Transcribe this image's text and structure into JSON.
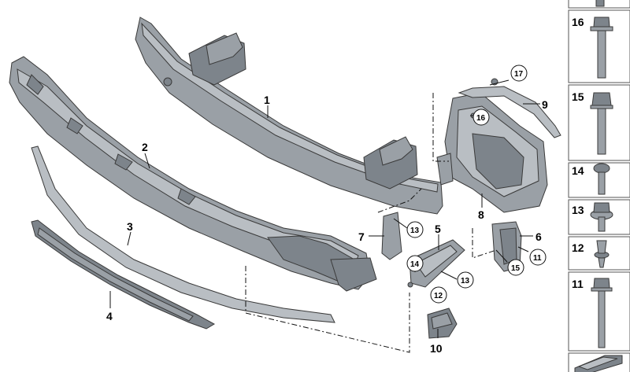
{
  "callouts": {
    "c1": "1",
    "c2": "2",
    "c3": "3",
    "c4": "4",
    "c5": "5",
    "c6": "6",
    "c7": "7",
    "c8": "8",
    "c9": "9",
    "c10": "10"
  },
  "circled": {
    "n17": "17",
    "n16": "16",
    "n13a": "13",
    "n14": "14",
    "n13b": "13",
    "n12": "12",
    "n15": "15",
    "n11": "11"
  },
  "side_panel": {
    "items": [
      {
        "label": "16"
      },
      {
        "label": "15"
      },
      {
        "label": "14"
      },
      {
        "label": "13"
      },
      {
        "label": "12"
      },
      {
        "label": "11"
      }
    ]
  }
}
